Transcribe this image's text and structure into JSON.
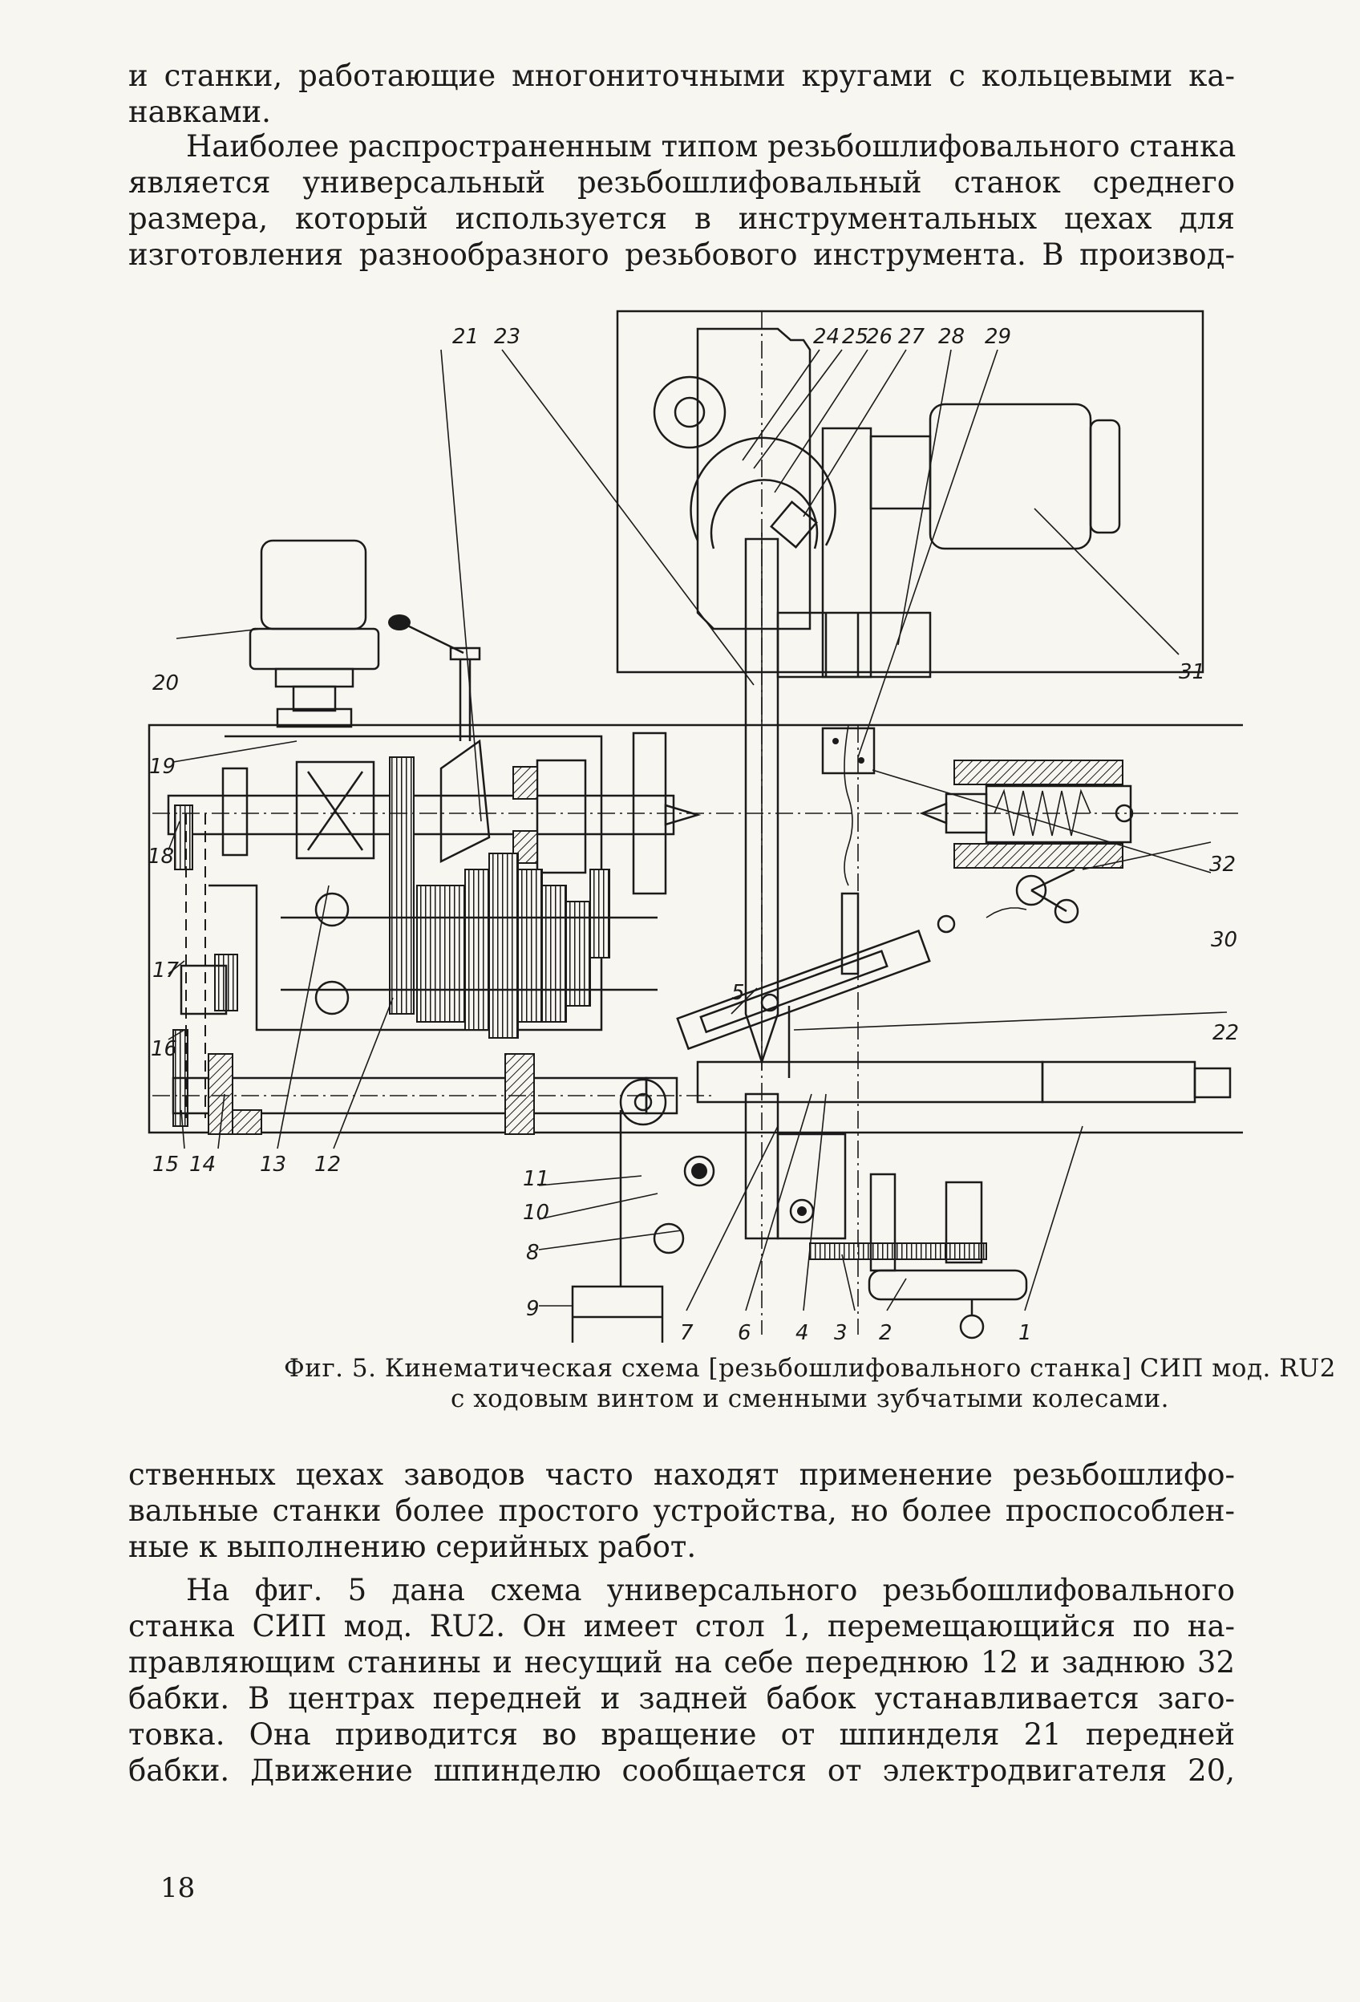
{
  "paragraph_1": {
    "lines": [
      "и станки, работающие многониточными кругами с кольцевыми ка-",
      "навками."
    ]
  },
  "paragraph_2": {
    "lines": [
      "Наиболее распространенным типом резьбошлифовального станка",
      "является универсальный резьбошлифовальный станок среднего",
      "размера, который используется в инструментальных цехах для",
      "изготовления разнообразного резьбового инструмента. В производ-"
    ]
  },
  "figure": {
    "labels": {
      "l1": "1",
      "l2": "2",
      "l3": "3",
      "l4": "4",
      "l5": "5",
      "l6": "6",
      "l7": "7",
      "l8": "8",
      "l9": "9",
      "l10": "10",
      "l11": "11",
      "l12": "12",
      "l13": "13",
      "l14": "14",
      "l15": "15",
      "l16": "16",
      "l17": "17",
      "l18": "18",
      "l19": "19",
      "l20": "20",
      "l21": "21",
      "l22": "22",
      "l23": "23",
      "l24": "24",
      "l25": "25",
      "l26": "26",
      "l27": "27",
      "l28": "28",
      "l29": "29",
      "l30": "30",
      "l31": "31",
      "l32": "32"
    }
  },
  "caption": {
    "line1": "Фиг. 5. Кинематическая схема [резьбошлифовального станка] СИП мод. RU2",
    "line2": "с ходовым винтом и сменными зубчатыми колесами."
  },
  "paragraph_3": {
    "lines": [
      "ственных цехах заводов часто находят применение резьбошлифо-",
      "вальные станки более простого устройства, но более проспособлен-",
      "ные к выполнению серийных работ."
    ]
  },
  "paragraph_4": {
    "lines": [
      "На фиг. 5 дана схема универсального резьбошлифовального",
      "станка СИП мод. RU2. Он имеет стол 1, перемещающийся по на-",
      "правляющим станины и несущий на себе переднюю 12 и заднюю 32",
      "бабки. В центрах передней и задней бабок устанавливается заго-",
      "товка. Она приводится во вращение от шпинделя 21 передней",
      "бабки. Движение шпинделю сообщается от электродвигателя 20,"
    ]
  },
  "page_number": "18"
}
